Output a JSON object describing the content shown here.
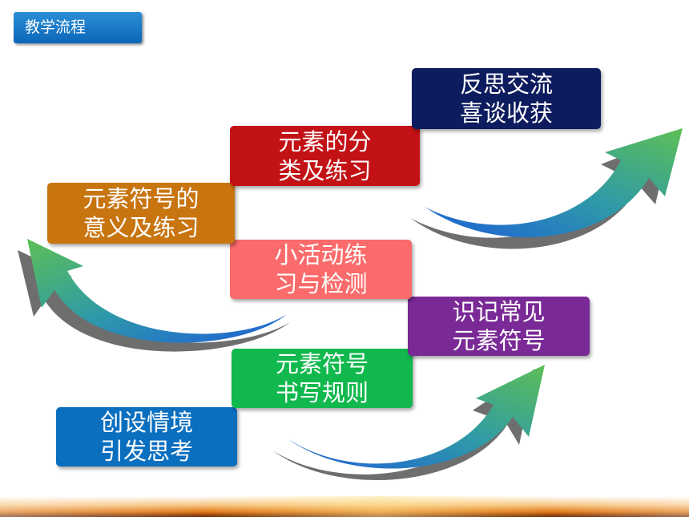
{
  "header": {
    "title": "教学流程"
  },
  "steps": [
    {
      "line1": "创设情境",
      "line2": "引发思考",
      "color": "#0b6fc0"
    },
    {
      "line1": "元素符号",
      "line2": "书写规则",
      "color": "#11b84d"
    },
    {
      "line1": "识记常见",
      "line2": "元素符号",
      "color": "#7a2a96"
    },
    {
      "line1": "小活动练",
      "line2": "习与检测",
      "color": "#fb6b6b"
    },
    {
      "line1": "元素符号的",
      "line2": "意义及练习",
      "color": "#c87510"
    },
    {
      "line1": "元素的分",
      "line2": "类及练习",
      "color": "#c21215"
    },
    {
      "line1": "反思交流",
      "line2": "喜谈收获",
      "color": "#0d1c5e"
    }
  ]
}
